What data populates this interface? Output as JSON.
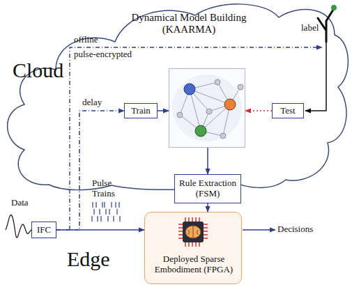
{
  "diagram": {
    "nodes": [
      {
        "text": [
          "Cloud"
        ]
      },
      {
        "text": [
          "Dynamical Model Building (KAARMA)"
        ],
        "in": 0
      },
      {
        "text": [
          "Train"
        ],
        "in": 0
      },
      {
        "text": [
          "Test"
        ],
        "in": 0
      },
      {
        "text": [
          "Rule Extraction (FSM)"
        ]
      },
      {
        "text": [
          "Edge",
          "Deployed Sparse Embodiment (FPGA)"
        ]
      },
      {
        "text": [
          "IFC"
        ]
      }
    ],
    "edges": [
      {
        "from": 6,
        "to": 5,
        "arrow": "to"
      },
      {
        "from": 6,
        "to": 2,
        "label": "delay",
        "arrow": "to"
      },
      {
        "from": 2,
        "to": 1,
        "arrow": "to"
      },
      {
        "from": 3,
        "to": 1,
        "arrow": "to"
      },
      {
        "from": 1,
        "to": 4,
        "arrow": "to"
      },
      {
        "from": 4,
        "to": 5,
        "arrow": "to"
      }
    ],
    "labels": [
      "label",
      "offline",
      "pulse-encrypted",
      "Pulse Trains",
      "Data",
      "Decisions"
    ]
  }
}
